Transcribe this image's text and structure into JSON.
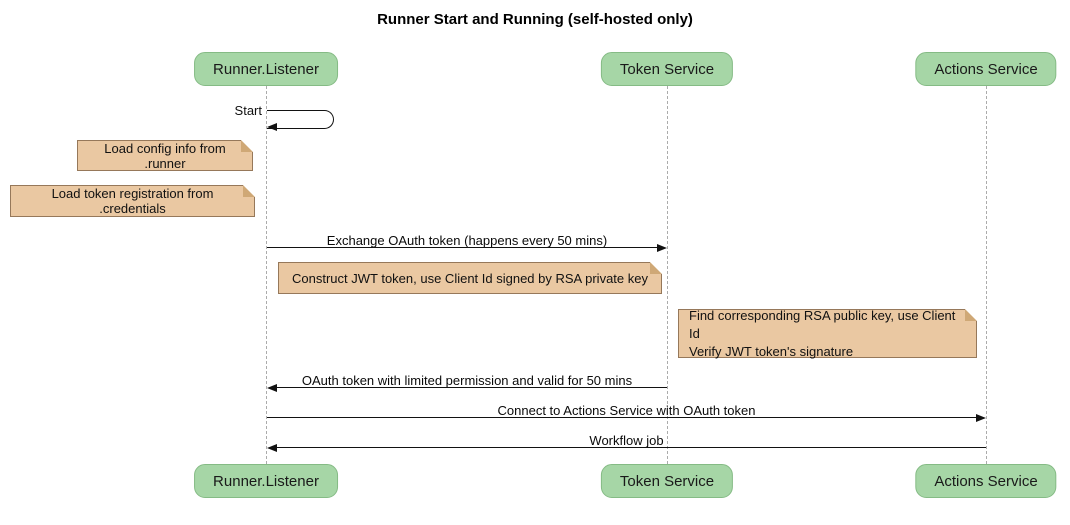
{
  "title": "Runner Start and Running (self-hosted only)",
  "participants": [
    {
      "name": "Runner.Listener"
    },
    {
      "name": "Token Service"
    },
    {
      "name": "Actions Service"
    }
  ],
  "messages": {
    "start": "Start",
    "exchange": "Exchange OAuth token (happens every 50 mins)",
    "oauth_return": "OAuth token with limited permission and valid for 50 mins",
    "connect": "Connect to Actions Service with OAuth token",
    "workflow": "Workflow job"
  },
  "notes": {
    "load_config": "Load config info from .runner",
    "load_token": "Load token registration from .credentials",
    "construct_jwt": "Construct JWT token, use Client Id signed by RSA private key",
    "verify_line1": "Find corresponding RSA public key, use Client Id",
    "verify_line2": "Verify JWT token's signature"
  },
  "colors": {
    "background": "#FFFFFF",
    "participant_fill": "#A6D6A6",
    "participant_border": "#85BB85",
    "note_fill": "#EAC8A2",
    "note_border": "#96785A",
    "lifeline": "#ABABAB",
    "arrow": "#121212",
    "text": "#111111"
  }
}
